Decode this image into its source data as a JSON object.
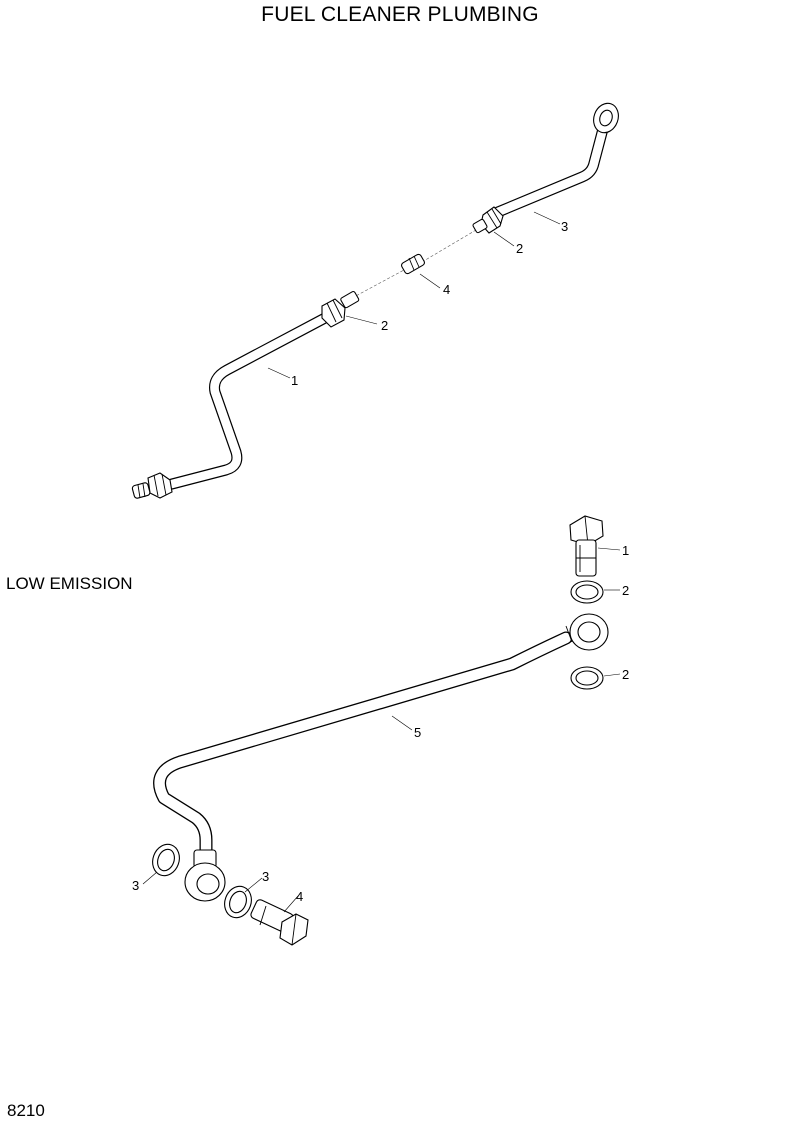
{
  "title": "FUEL CLEANER PLUMBING",
  "section_label": "LOW EMISSION",
  "page_code": "8210",
  "upper_callouts": [
    "1",
    "2",
    "2",
    "3",
    "4"
  ],
  "lower_callouts": [
    "1",
    "2",
    "2",
    "3",
    "3",
    "4",
    "5"
  ]
}
